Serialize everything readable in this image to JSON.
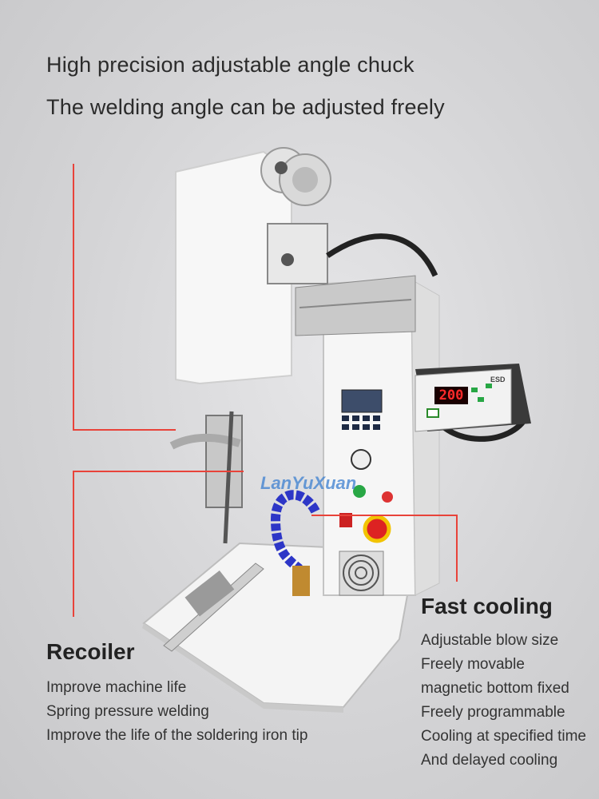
{
  "headline": {
    "line1": "High precision adjustable angle chuck",
    "line2": "The welding angle can be adjusted freely"
  },
  "recoiler": {
    "title": "Recoiler",
    "features": [
      "Improve machine life",
      "Spring pressure welding",
      "Improve the life of the soldering iron tip"
    ]
  },
  "cooling": {
    "title": "Fast cooling",
    "features": [
      "Adjustable blow size",
      "Freely movable",
      "magnetic bottom fixed",
      "Freely programmable",
      "Cooling at specified time",
      "And delayed cooling"
    ]
  },
  "machine": {
    "temp_display": "200",
    "brand_label": "ESD",
    "watermark": "LanYuXuan"
  },
  "colors": {
    "callout_line": "#e8433a",
    "background": "#d2d2d4",
    "machine_body": "#f2f2f2"
  }
}
